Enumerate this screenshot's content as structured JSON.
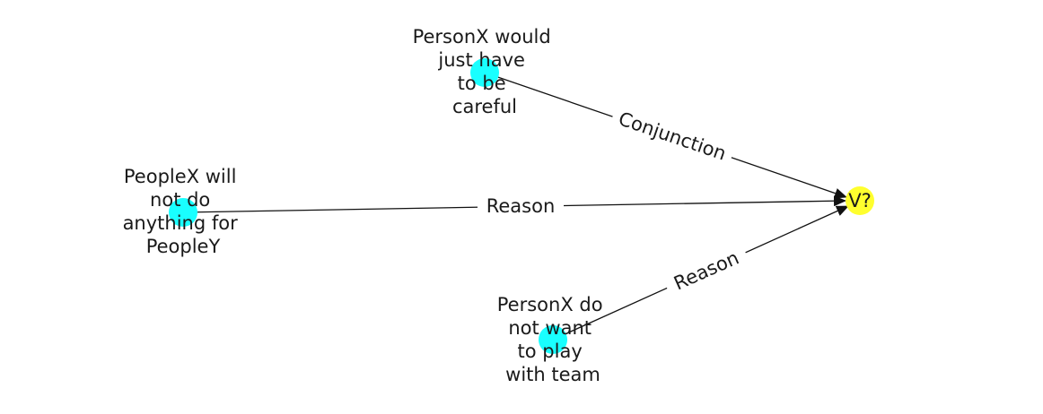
{
  "diagram": {
    "nodes": [
      {
        "id": "target",
        "label": "V?",
        "color": "#ffff2e"
      },
      {
        "id": "n1",
        "label_lines": [
          "PersonX would",
          "just have",
          "to be",
          "careful"
        ],
        "color": "#19ffff"
      },
      {
        "id": "n2",
        "label_lines": [
          "PeopleX will",
          "not do",
          "anything for",
          "PeopleY"
        ],
        "color": "#19ffff"
      },
      {
        "id": "n3",
        "label_lines": [
          "PersonX do",
          "not want",
          "to play",
          "with team"
        ],
        "color": "#19ffff"
      }
    ],
    "edges": [
      {
        "from": "n1",
        "to": "target",
        "label": "Conjunction"
      },
      {
        "from": "n2",
        "to": "target",
        "label": "Reason"
      },
      {
        "from": "n3",
        "to": "target",
        "label": "Reason"
      }
    ],
    "edge_color": "#111111"
  }
}
